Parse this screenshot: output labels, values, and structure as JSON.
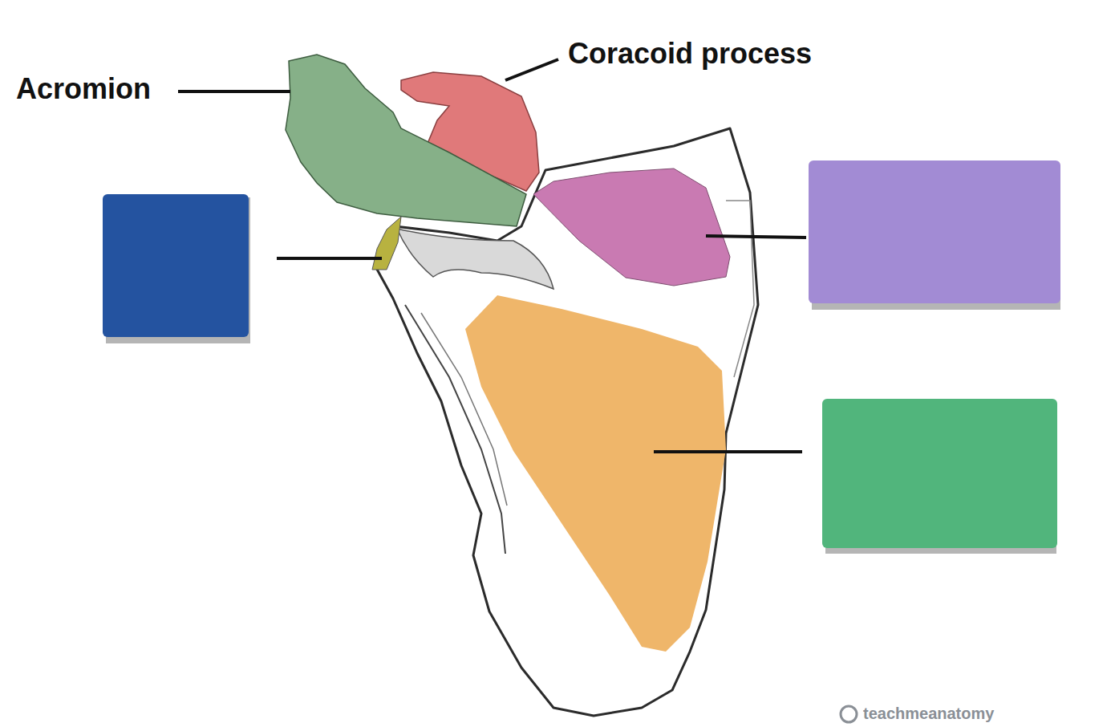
{
  "diagram": {
    "labels": [
      "Acromion",
      "Coracoid process",
      "teachmeanatomy"
    ]
  }
}
